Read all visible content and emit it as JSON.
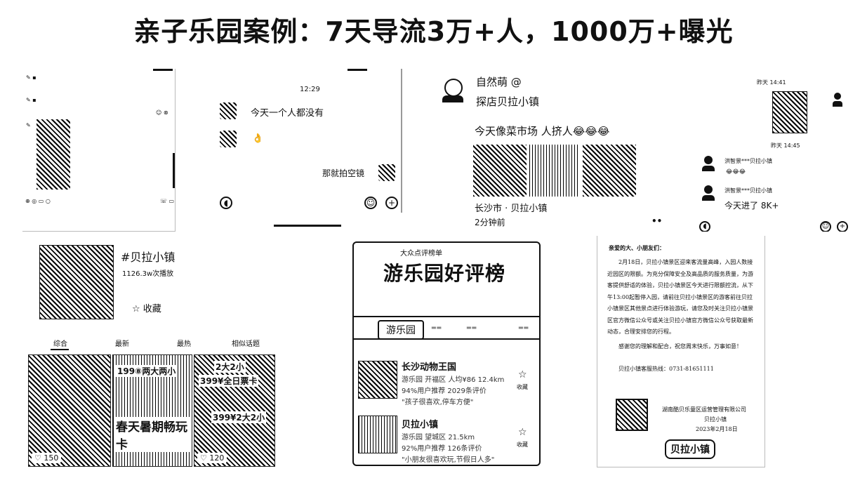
{
  "page_title": "亲子乐园案例：7天导流3万+人，1000万+曝光",
  "chat1": {
    "time": "12:29",
    "msg1": "今天一个人都没有",
    "msg2": "👌",
    "msg3": "那就拍空镜"
  },
  "post": {
    "author": "自然萌 @",
    "subtitle": "探店贝拉小镇",
    "text": "今天像菜市场 人挤人😂😂😂",
    "location": "长沙市 · 贝拉小镇",
    "time": "2分钟前"
  },
  "chat2": {
    "time1": "昨天 14:41",
    "time2": "昨天 14:45",
    "name": "洪智景***贝拉小镇",
    "msg": "今天进了 8K+"
  },
  "topic": {
    "name": "#贝拉小镇",
    "plays": "1126.3w次播放",
    "collect": "☆ 收藏",
    "tabs": [
      "综合",
      "最新",
      "最热",
      "相似话题"
    ],
    "likes": [
      "150",
      "120"
    ],
    "tile2": {
      "line1": "199⑧两大两小",
      "line2": "春天暑期畅玩卡"
    },
    "tile3": {
      "line1": "2大2小",
      "line2": "399¥全日票卡",
      "line3": "399¥2大2小"
    }
  },
  "ranking": {
    "header": "大众点评榜单",
    "title": "游乐园好评榜",
    "tab_active": "游乐园",
    "items": [
      {
        "name": "长沙动物王国",
        "meta": "游乐园 开福区 人均¥86 12.4km",
        "rec": "94%用户推荐 2029条评价",
        "quote": "\"孩子很喜欢,停车方便\"",
        "save": "收藏"
      },
      {
        "name": "贝拉小镇",
        "meta": "游乐园 望城区 21.5km",
        "rec": "92%用户推荐 126条评价",
        "quote": "\"小朋友很喜欢玩,节假日人多\"",
        "save": "收藏"
      }
    ]
  },
  "notice": {
    "greeting": "亲爱的大、小朋友们：",
    "body": "2月18日，贝拉小镇景区迎来客流量高峰，入园人数接近园区的限额。为充分保障安全及高品质的服务质量，为游客提供舒适的体验，贝拉小镇景区今天进行限额控流，从下午13:00起暂停入园，请前往贝拉小镇景区的游客前往贝拉小镇景区其他景点进行体验游玩，请您及时关注贝拉小镇景区官方微信公众号或关注贝拉小镇官方微信公众号获取最新动态，合理安排您的行程。",
    "thanks": "感谢您的理解和配合，祝您周末快乐，万事如意！",
    "hotline": "贝拉小镇客服热线：0731-81651111",
    "company": "湖南酷贝乐童区运营管理有限公司",
    "org": "贝拉小镇",
    "date": "2023年2月18日",
    "logo": "贝拉小镇"
  }
}
